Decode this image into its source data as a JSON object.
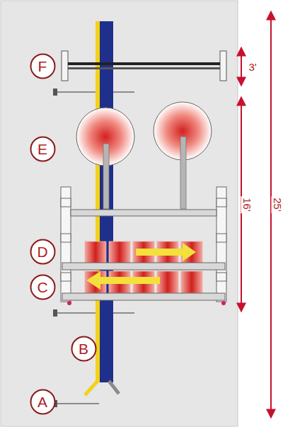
{
  "diagram": {
    "nodes": [
      {
        "text": [
          "F"
        ]
      },
      {
        "text": [
          "E"
        ]
      },
      {
        "text": [
          "D"
        ]
      },
      {
        "text": [
          "C"
        ]
      },
      {
        "text": [
          "B"
        ]
      },
      {
        "text": [
          "A"
        ]
      }
    ],
    "labels": [
      "3'",
      "16'",
      "25'"
    ]
  }
}
